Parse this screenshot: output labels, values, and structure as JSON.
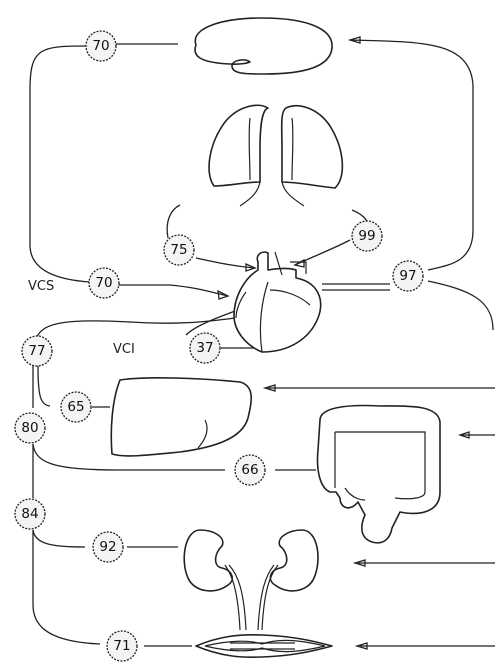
{
  "labels": {
    "vcs": "VCS",
    "vci": "VCI"
  },
  "values": {
    "brain": "70",
    "svc": "70",
    "pulmonary_artery": "75",
    "pulmonary_vein": "99",
    "aorta": "97",
    "coronary_sinus": "37",
    "ivc_upper": "77",
    "liver": "65",
    "ivc_mid": "80",
    "gut": "66",
    "ivc_lower": "84",
    "kidney": "92",
    "muscle": "71"
  }
}
